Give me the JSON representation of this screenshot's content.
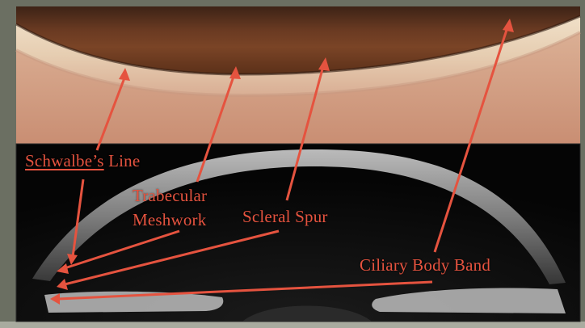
{
  "labels": {
    "schwalbe_line_word": "Schwalbe’s",
    "schwalbe_line_rest": " Line",
    "trabecular_line1": "Trabecular",
    "trabecular_line2": "Meshwork",
    "scleral_spur": "Scleral Spur",
    "ciliary_body_band": "Ciliary Body Band"
  },
  "colors": {
    "annotation": "#e5533f",
    "frame": "#6b6f62",
    "gonio_dark": "#4e2a1a",
    "gonio_band": "#e9d7bf",
    "oct_background": "#0d0d0d"
  }
}
